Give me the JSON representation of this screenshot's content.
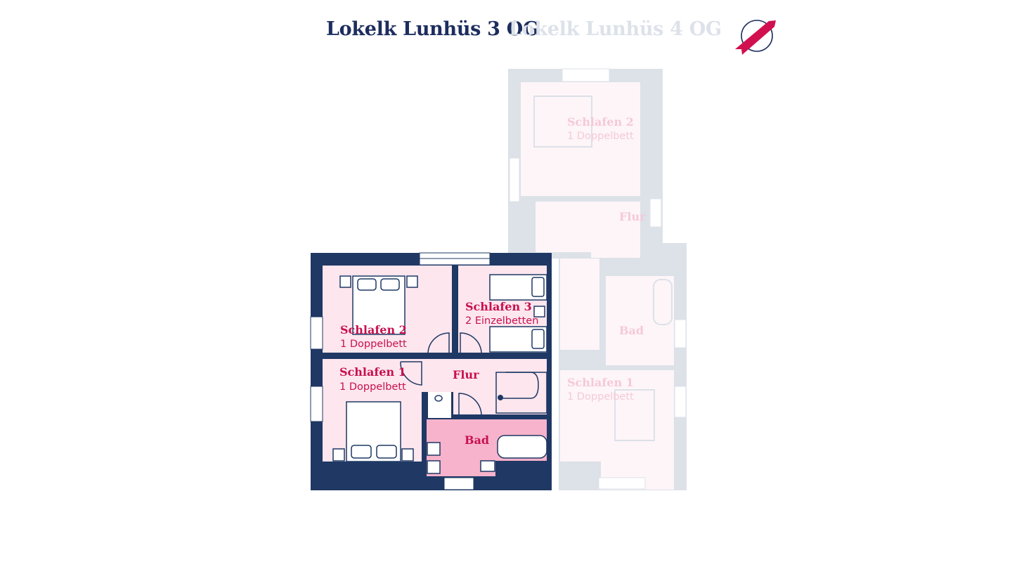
{
  "tabs": [
    {
      "label": "Lokelk Lunhüs 3 OG",
      "active": true
    },
    {
      "label": "Lokelk Lunhüs 4 OG",
      "active": false
    }
  ],
  "colors": {
    "wall": "#1f3864",
    "room": "#fde6ee",
    "bath": "#f7b3cb",
    "label": "#c8104f",
    "ghost_wall": "#dde1e8",
    "ghost_label": "#f5c9d8"
  },
  "floor_3": {
    "rooms": [
      {
        "name": "Schlafen 2",
        "beds": "1 Doppelbett"
      },
      {
        "name": "Schlafen 3",
        "beds": "2 Einzelbetten"
      },
      {
        "name": "Schlafen 1",
        "beds": "1 Doppelbett"
      },
      {
        "name": "Flur"
      },
      {
        "name": "Bad"
      }
    ]
  },
  "floor_4": {
    "rooms": [
      {
        "name": "Schlafen 2",
        "beds": "1 Doppelbett"
      },
      {
        "name": "Flur"
      },
      {
        "name": "Bad"
      },
      {
        "name": "Schlafen 1",
        "beds": "1 Doppelbett"
      }
    ]
  }
}
